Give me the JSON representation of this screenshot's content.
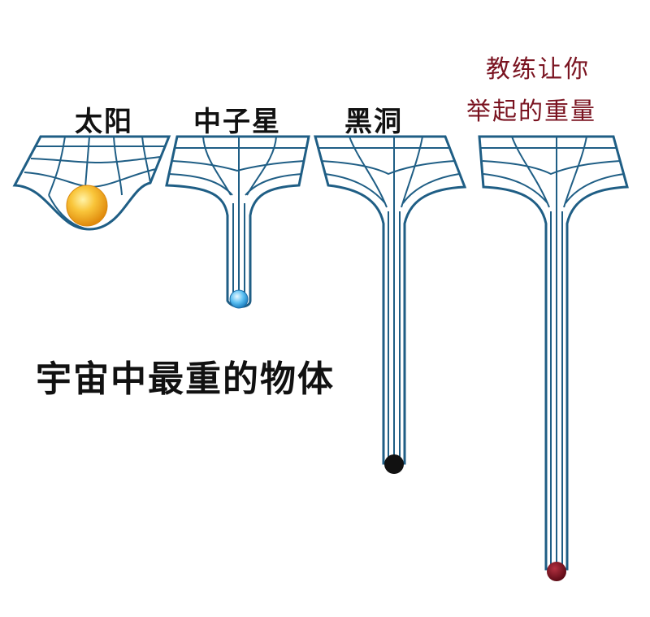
{
  "labels": {
    "sun": "太阳",
    "neutron_star": "中子星",
    "black_hole": "黑洞",
    "coach_line1": "教练让你",
    "coach_line2": "举起的重量",
    "main_caption": "宇宙中最重的物体"
  },
  "colors": {
    "grid_fill": "#ffffff",
    "grid_line": "#1f5e85",
    "sun": "#f7b21c",
    "neutron_star": "#57b6ea",
    "black_hole": "#111111",
    "coach_weight": "#7a1320",
    "caption_red": "#7a1320"
  },
  "objects": [
    {
      "id": "sun",
      "icon": "sun-sphere-icon"
    },
    {
      "id": "neutron_star",
      "icon": "neutron-star-sphere-icon"
    },
    {
      "id": "black_hole",
      "icon": "black-hole-sphere-icon"
    },
    {
      "id": "coach_weight",
      "icon": "red-weight-sphere-icon"
    }
  ]
}
